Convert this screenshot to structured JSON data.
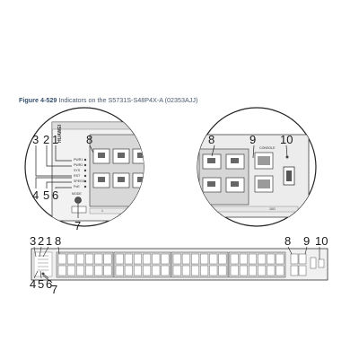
{
  "figure": {
    "number": "Figure 4-529",
    "title": "Indicators on the S5731S-S48P4X-A (02353AJJ)"
  },
  "panel": {
    "brand": "HUAWEI",
    "led_labels": [
      "PWR1",
      "PWR2",
      "SYS",
      "RST",
      "SPEED",
      "PoE"
    ],
    "mode_label": "MODE",
    "console_label": "CONSOLE",
    "port_label_left": "1",
    "port_label_right": "2",
    "sfp_label": "10G"
  },
  "callouts": {
    "left_zoom_top": [
      "3",
      "2",
      "1",
      "8"
    ],
    "left_zoom_bottom": [
      "4",
      "5",
      "6",
      "7"
    ],
    "right_zoom_top": [
      "8",
      "9",
      "10"
    ],
    "front_top_left": [
      "3",
      "2",
      "1",
      "8"
    ],
    "front_top_right": [
      "8",
      "9",
      "10"
    ],
    "front_bottom": [
      "4",
      "5",
      "6",
      "7"
    ]
  }
}
